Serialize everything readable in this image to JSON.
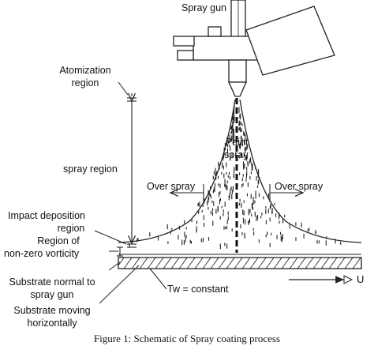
{
  "labels": {
    "spray_gun": "Spray gun",
    "atomization_1": "Atomization",
    "atomization_2": "region",
    "paint_1": "Paint",
    "paint_2": "spray",
    "spray_region": "spray region",
    "over_spray_left": "Over spray",
    "over_spray_right": "Over spray",
    "impact_1": "Impact deposition",
    "impact_2": "region",
    "vorticity_1": "Region of",
    "vorticity_2": "non-zero vorticity",
    "normal_1": "Substrate normal to",
    "normal_2": "spray gun",
    "moving_1": "Substrate moving",
    "moving_2": "horizontally",
    "tw": "Tw =  constant",
    "u": "U"
  },
  "caption": "Figure 1: Schematic of Spray coating process"
}
